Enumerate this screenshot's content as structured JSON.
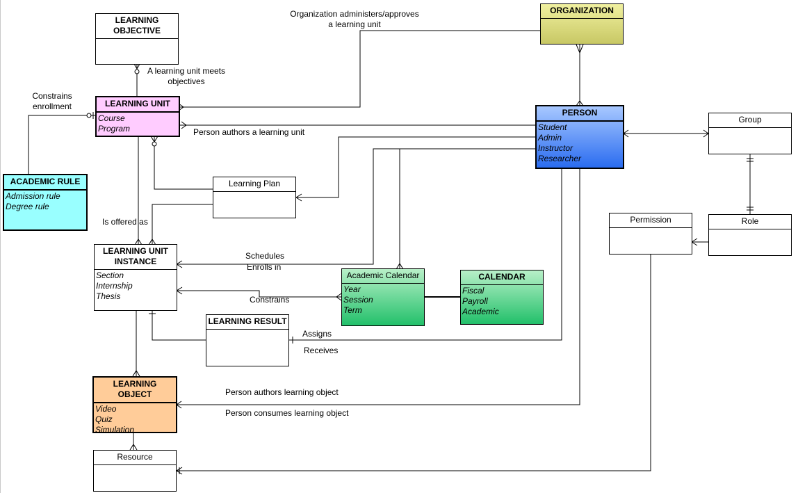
{
  "entities": {
    "learning_objective": {
      "title": "LEARNING\nOBJECTIVE",
      "items": []
    },
    "organization": {
      "title": "ORGANIZATION",
      "items": []
    },
    "learning_unit": {
      "title": "LEARNING UNIT",
      "items": [
        "Course",
        "Program"
      ]
    },
    "person": {
      "title": "PERSON",
      "items": [
        "Student",
        "Admin",
        "Instructor",
        "Researcher"
      ]
    },
    "group": {
      "title": "Group",
      "items": []
    },
    "academic_rule": {
      "title": "ACADEMIC RULE",
      "items": [
        "Admission rule",
        "Degree rule"
      ]
    },
    "learning_plan": {
      "title": "Learning Plan",
      "items": []
    },
    "permission": {
      "title": "Permission",
      "items": []
    },
    "role": {
      "title": "Role",
      "items": []
    },
    "learning_unit_instance": {
      "title": "LEARNING UNIT\nINSTANCE",
      "items": [
        "Section",
        "Internship",
        "Thesis"
      ]
    },
    "academic_calendar": {
      "title": "Academic Calendar",
      "items": [
        "Year",
        "Session",
        "Term"
      ]
    },
    "calendar": {
      "title": "CALENDAR",
      "items": [
        "Fiscal",
        "Payroll",
        "Academic"
      ]
    },
    "learning_result": {
      "title": "LEARNING RESULT",
      "items": []
    },
    "learning_object": {
      "title": "LEARNING OBJECT",
      "items": [
        "Video",
        "Quiz",
        "Simulation"
      ]
    },
    "resource": {
      "title": "Resource",
      "items": []
    }
  },
  "labels": {
    "org_administers": "Organization administers/approves\na learning unit",
    "meets_objectives": "A learning unit meets\nobjectives",
    "constrains_enrollment": "Constrains\nenrollment",
    "person_authors_unit": "Person authors a learning unit",
    "is_offered_as": "Is offered as",
    "schedules": "Schedules",
    "enrolls_in": "Enrolls in",
    "constrains": "Constrains",
    "assigns": "Assigns",
    "receives": "Receives",
    "person_authors_object": "Person authors learning object",
    "person_consumes_object": "Person consumes learning object"
  },
  "colors": {
    "learning_unit": "#ffccff",
    "person_top": "#a8c8ff",
    "person_bottom": "#2a6cf0",
    "academic_rule": "#99ffff",
    "organization_top": "#f0f0a0",
    "organization_bottom": "#c8c864",
    "calendar_top": "#b8f0c8",
    "calendar_bottom": "#22c06a",
    "learning_object": "#ffcc99"
  }
}
